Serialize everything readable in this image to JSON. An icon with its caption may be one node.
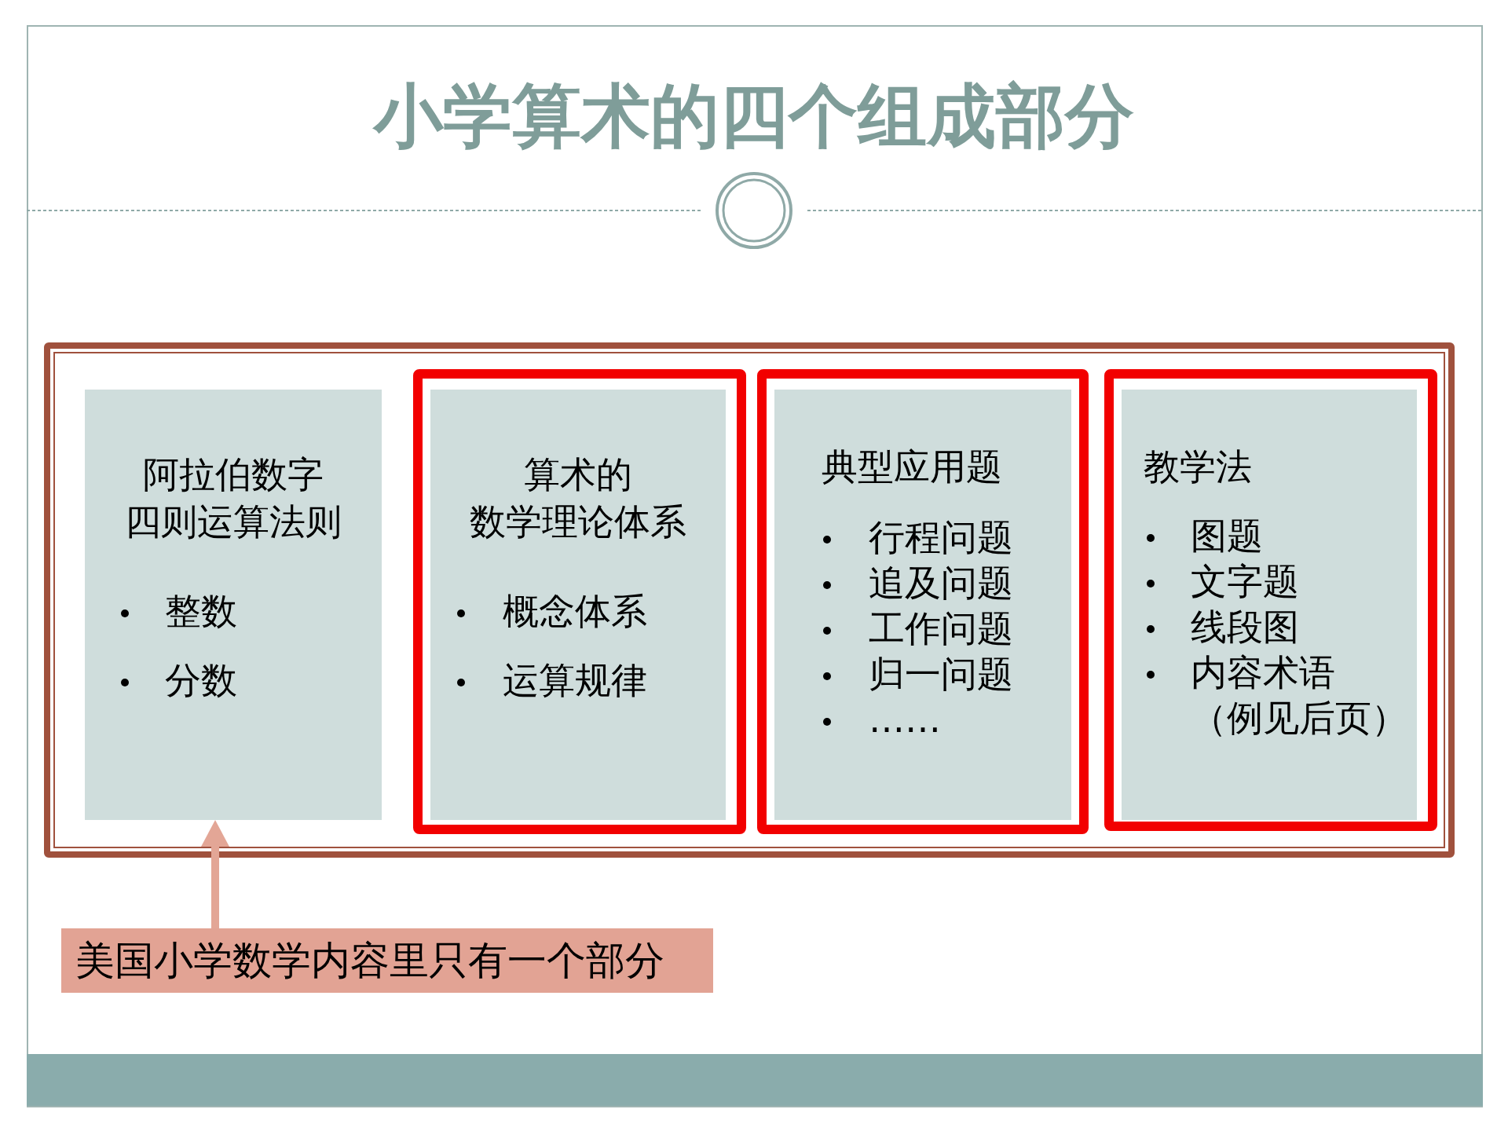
{
  "diagram": {
    "title": "小学算术的四个组成部分",
    "nodes": [
      {
        "text": [],
        "shape": "box"
      },
      {
        "text": [
          "阿拉伯数字",
          "四则运算法则",
          "整数",
          "分数"
        ],
        "in": 0
      },
      {
        "text": [],
        "shape": "box",
        "in": 0
      },
      {
        "text": [
          "算术的",
          "数学理论体系",
          "概念体系",
          "运算规律"
        ],
        "in": 2
      },
      {
        "text": [],
        "shape": "box",
        "in": 0
      },
      {
        "text": [
          "典型应用题",
          "行程问题",
          "追及问题",
          "工作问题",
          "归一问题",
          "……"
        ],
        "in": 4
      },
      {
        "text": [],
        "shape": "box",
        "in": 0
      },
      {
        "text": [
          "教学法",
          "图题",
          "文字题",
          "线段图",
          "内容术语",
          "（例见后页）"
        ],
        "in": 6
      },
      {
        "text": [
          "美国小学数学内容里只有一个部分"
        ]
      }
    ],
    "edges": [
      {
        "from": 8,
        "to": 1,
        "arrow": "to"
      }
    ]
  }
}
